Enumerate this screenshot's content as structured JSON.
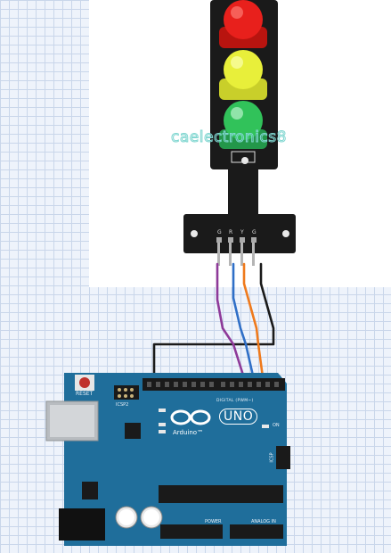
{
  "diagram": {
    "watermark": "caelectronics8",
    "module": {
      "lights": [
        {
          "name": "red",
          "color": "#e8201c"
        },
        {
          "name": "yellow",
          "color": "#e8ef3a"
        },
        {
          "name": "green",
          "color": "#31c25a"
        }
      ],
      "pin_labels": [
        "G",
        "R",
        "Y",
        "G"
      ]
    },
    "wires": [
      {
        "name": "gnd",
        "color": "#1a1a1a"
      },
      {
        "name": "purple",
        "color": "#8e3a99"
      },
      {
        "name": "blue",
        "color": "#2f6fc7"
      },
      {
        "name": "orange",
        "color": "#ef7a1c"
      }
    ],
    "board": {
      "reset_label": "RESET",
      "icsp2_label": "ICSP2",
      "icsp_label": "ICSP",
      "on_label": "ON",
      "uno_label": "UNO",
      "brand_label": "Arduino™",
      "digital_label": "DIGITAL (PWM~)",
      "power_label": "POWER",
      "analog_label": "ANALOG IN",
      "color": "#1f6e9b"
    }
  }
}
